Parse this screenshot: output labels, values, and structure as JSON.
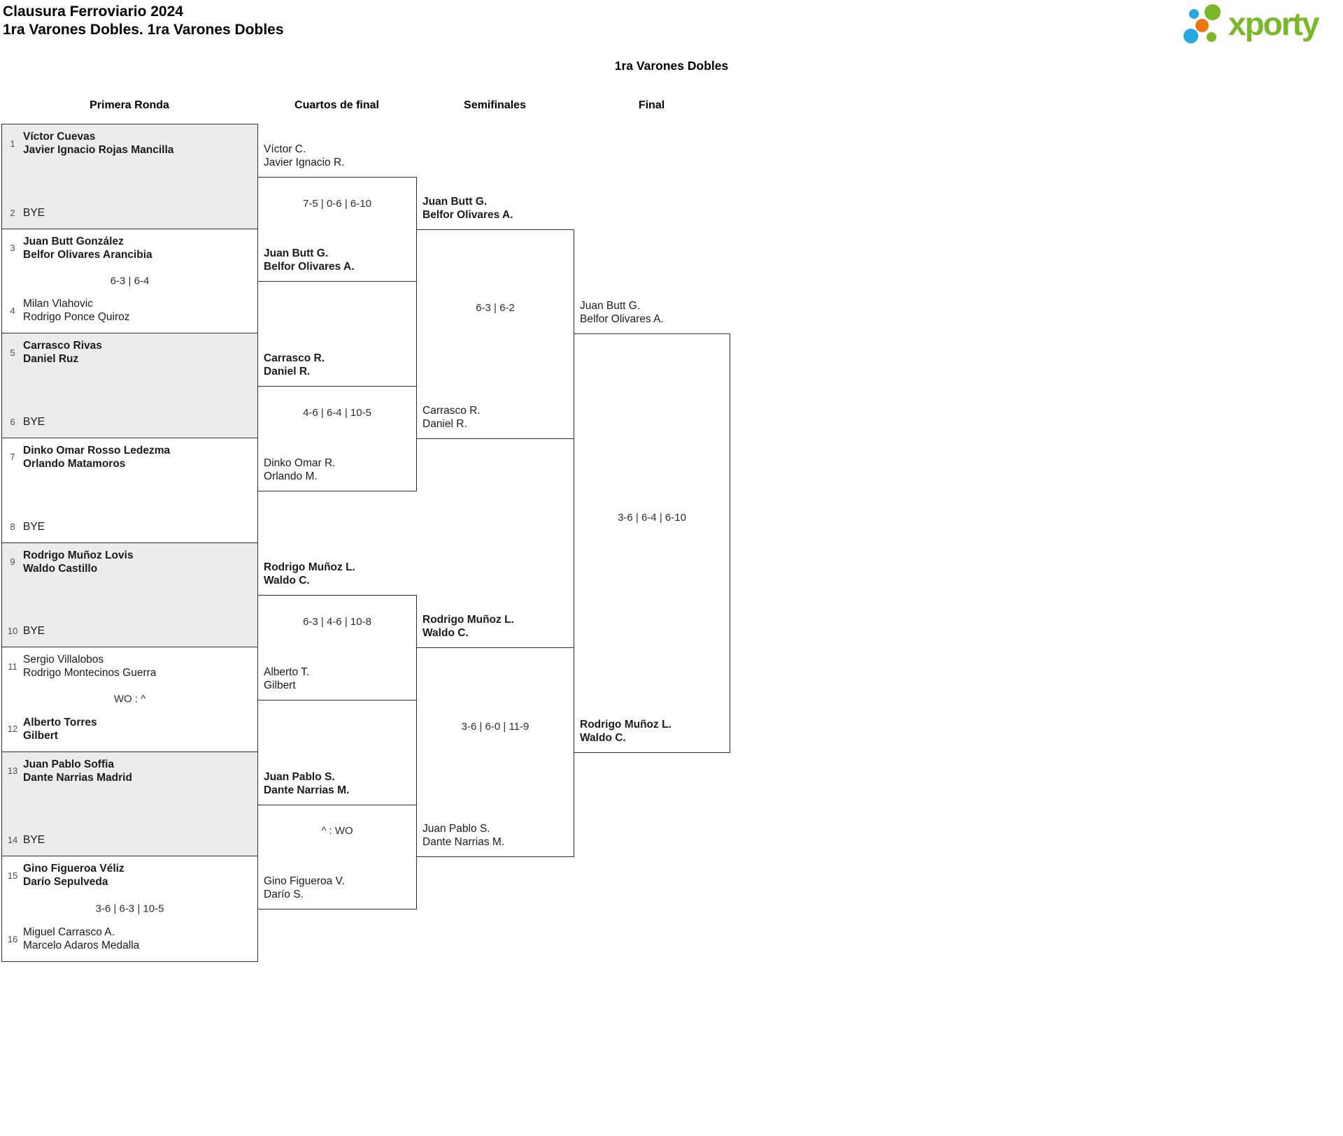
{
  "header": {
    "line1": "Clausura Ferroviario 2024",
    "line2": "1ra Varones Dobles. 1ra Varones Dobles"
  },
  "bracket_title": "1ra Varones Dobles",
  "logo": {
    "text": "xporty",
    "green": "#79b829",
    "blue": "#29a8e0",
    "orange": "#ec7612"
  },
  "round_headers": [
    "Primera Ronda",
    "Cuartos de final",
    "Semifinales",
    "Final"
  ],
  "first_round": [
    {
      "shaded": true,
      "score": "",
      "top": {
        "seed": "1",
        "names": [
          "Víctor Cuevas",
          "Javier Ignacio Rojas Mancilla"
        ],
        "winner": true
      },
      "bottom": {
        "seed": "2",
        "names": [
          "BYE"
        ],
        "winner": false
      }
    },
    {
      "shaded": false,
      "score": "6-3 | 6-4",
      "top": {
        "seed": "3",
        "names": [
          "Juan Butt González",
          "Belfor Olivares Arancibia"
        ],
        "winner": true
      },
      "bottom": {
        "seed": "4",
        "names": [
          "Milan Vlahovic",
          "Rodrigo Ponce Quiroz"
        ],
        "winner": false
      }
    },
    {
      "shaded": true,
      "score": "",
      "top": {
        "seed": "5",
        "names": [
          "Carrasco Rivas",
          "Daniel Ruz"
        ],
        "winner": true
      },
      "bottom": {
        "seed": "6",
        "names": [
          "BYE"
        ],
        "winner": false
      }
    },
    {
      "shaded": false,
      "score": "",
      "top": {
        "seed": "7",
        "names": [
          "Dinko Omar Rosso Ledezma",
          "Orlando Matamoros"
        ],
        "winner": true
      },
      "bottom": {
        "seed": "8",
        "names": [
          "BYE"
        ],
        "winner": false
      }
    },
    {
      "shaded": true,
      "score": "",
      "top": {
        "seed": "9",
        "names": [
          "Rodrigo Muñoz Lovis",
          "Waldo Castillo"
        ],
        "winner": true
      },
      "bottom": {
        "seed": "10",
        "names": [
          "BYE"
        ],
        "winner": false
      }
    },
    {
      "shaded": false,
      "score": "WO : ^",
      "top": {
        "seed": "11",
        "names": [
          "Sergio Villalobos",
          "Rodrigo Montecinos Guerra"
        ],
        "winner": false
      },
      "bottom": {
        "seed": "12",
        "names": [
          "Alberto Torres",
          "Gilbert"
        ],
        "winner": true
      }
    },
    {
      "shaded": true,
      "score": "",
      "top": {
        "seed": "13",
        "names": [
          "Juan Pablo Soffia",
          "Dante Narrias Madrid"
        ],
        "winner": true
      },
      "bottom": {
        "seed": "14",
        "names": [
          "BYE"
        ],
        "winner": false
      }
    },
    {
      "shaded": false,
      "score": "3-6 | 6-3 | 10-5",
      "top": {
        "seed": "15",
        "names": [
          "Gino Figueroa Véliz",
          "Darío Sepulveda"
        ],
        "winner": true
      },
      "bottom": {
        "seed": "16",
        "names": [
          "Miguel Carrasco A.",
          "Marcelo Adaros Medalla"
        ],
        "winner": false
      }
    }
  ],
  "quarterfinals": [
    {
      "score": "7-5 | 0-6 | 6-10",
      "top": {
        "names": [
          "Víctor C.",
          "Javier Ignacio R."
        ],
        "winner": false
      },
      "bottom": {
        "names": [
          "Juan Butt G.",
          "Belfor Olivares A."
        ],
        "winner": true
      }
    },
    {
      "score": "4-6 | 6-4 | 10-5",
      "top": {
        "names": [
          "Carrasco R.",
          "Daniel R."
        ],
        "winner": true
      },
      "bottom": {
        "names": [
          "Dinko Omar R.",
          "Orlando M."
        ],
        "winner": false
      }
    },
    {
      "score": "6-3 | 4-6 | 10-8",
      "top": {
        "names": [
          "Rodrigo Muñoz L.",
          "Waldo C."
        ],
        "winner": true
      },
      "bottom": {
        "names": [
          "Alberto T.",
          "Gilbert"
        ],
        "winner": false
      }
    },
    {
      "score": "^ : WO",
      "top": {
        "names": [
          "Juan Pablo S.",
          "Dante Narrias M."
        ],
        "winner": true
      },
      "bottom": {
        "names": [
          "Gino Figueroa V.",
          "Darío S."
        ],
        "winner": false
      }
    }
  ],
  "semifinals": [
    {
      "score": "6-3 | 6-2",
      "top": {
        "names": [
          "Juan Butt G.",
          "Belfor Olivares A."
        ],
        "winner": true
      },
      "bottom": {
        "names": [
          "Carrasco R.",
          "Daniel R."
        ],
        "winner": false
      }
    },
    {
      "score": "3-6 | 6-0 | 11-9",
      "top": {
        "names": [
          "Rodrigo Muñoz L.",
          "Waldo C."
        ],
        "winner": true
      },
      "bottom": {
        "names": [
          "Juan Pablo S.",
          "Dante Narrias M."
        ],
        "winner": false
      }
    }
  ],
  "final": [
    {
      "score": "3-6 | 6-4 | 6-10",
      "top": {
        "names": [
          "Juan Butt G.",
          "Belfor Olivares A."
        ],
        "winner": false
      },
      "bottom": {
        "names": [
          "Rodrigo Muñoz L.",
          "Waldo C."
        ],
        "winner": true
      }
    }
  ],
  "colors": {
    "shaded_block": "#ececec",
    "border": "#2e2e2e",
    "seed": "#4f4f4f",
    "score": "#2d2d2d",
    "text": "#1b1b1b"
  }
}
